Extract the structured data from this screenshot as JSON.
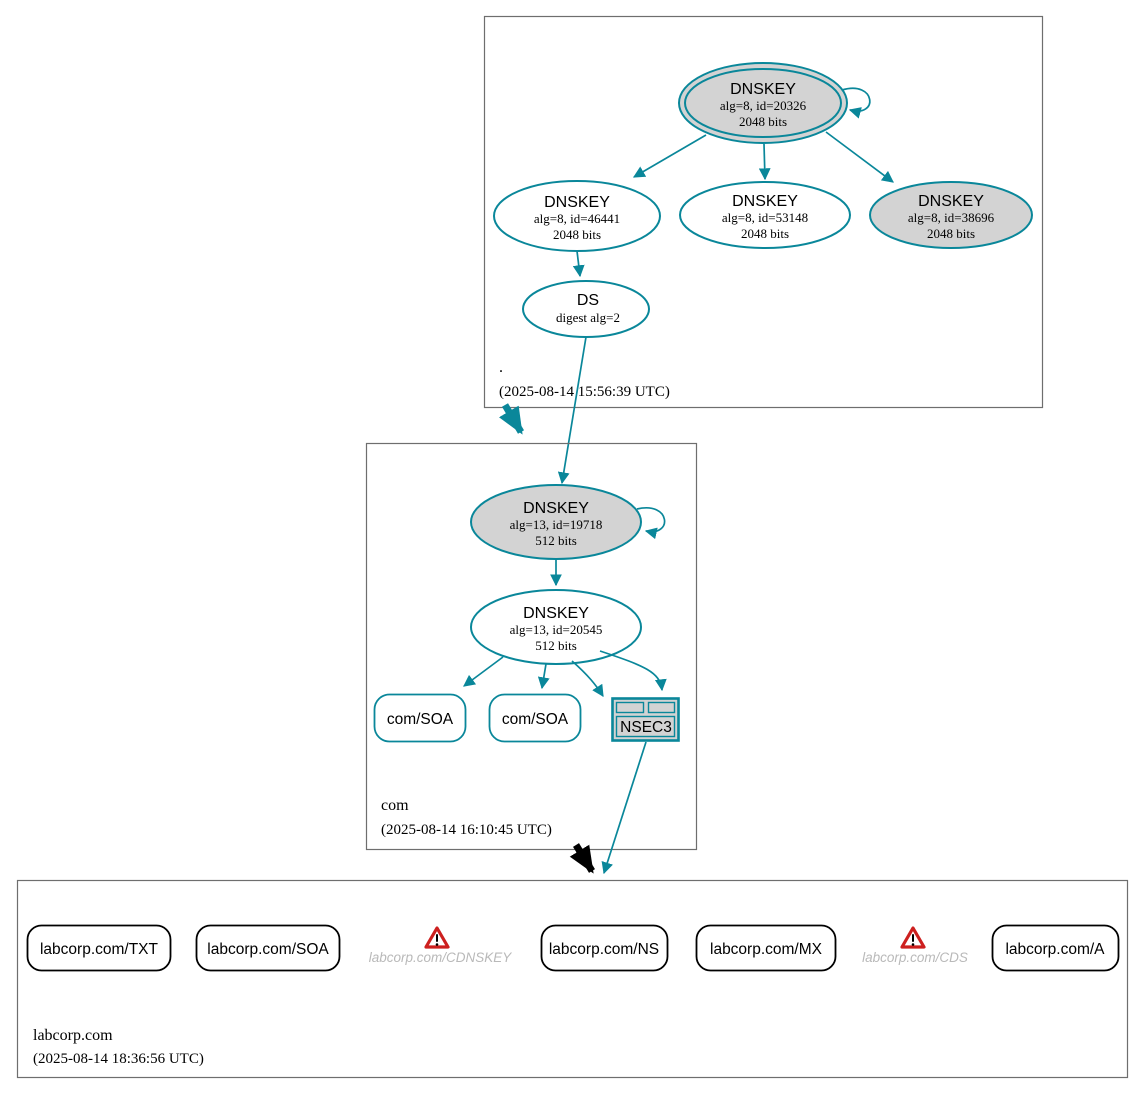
{
  "colors": {
    "secure_edge": "#0a879a",
    "trusted_fill": "#d3d3d3",
    "insecure_edge": "#000000",
    "warning_red": "#cd201f",
    "muted_label": "#b9b9b9"
  },
  "zones": {
    "root": {
      "name": ".",
      "timestamp": "(2025-08-14 15:56:39 UTC)",
      "ksk": {
        "type": "DNSKEY",
        "meta": "alg=8, id=20326",
        "bits": "2048 bits"
      },
      "zsk1": {
        "type": "DNSKEY",
        "meta": "alg=8, id=46441",
        "bits": "2048 bits"
      },
      "zsk2": {
        "type": "DNSKEY",
        "meta": "alg=8, id=53148",
        "bits": "2048 bits"
      },
      "key3": {
        "type": "DNSKEY",
        "meta": "alg=8, id=38696",
        "bits": "2048 bits"
      },
      "ds": {
        "type": "DS",
        "meta": "digest alg=2"
      }
    },
    "com": {
      "name": "com",
      "timestamp": "(2025-08-14 16:10:45 UTC)",
      "ksk": {
        "type": "DNSKEY",
        "meta": "alg=13, id=19718",
        "bits": "512 bits"
      },
      "zsk": {
        "type": "DNSKEY",
        "meta": "alg=13, id=20545",
        "bits": "512 bits"
      },
      "soa1": {
        "label": "com/SOA"
      },
      "soa2": {
        "label": "com/SOA"
      },
      "nsec3": {
        "label": "NSEC3"
      }
    },
    "labcorp": {
      "name": "labcorp.com",
      "timestamp": "(2025-08-14 18:36:56 UTC)",
      "txt": {
        "label": "labcorp.com/TXT"
      },
      "soa": {
        "label": "labcorp.com/SOA"
      },
      "cdnskey": {
        "label": "labcorp.com/CDNSKEY"
      },
      "ns": {
        "label": "labcorp.com/NS"
      },
      "mx": {
        "label": "labcorp.com/MX"
      },
      "cds": {
        "label": "labcorp.com/CDS"
      },
      "a": {
        "label": "labcorp.com/A"
      }
    }
  }
}
